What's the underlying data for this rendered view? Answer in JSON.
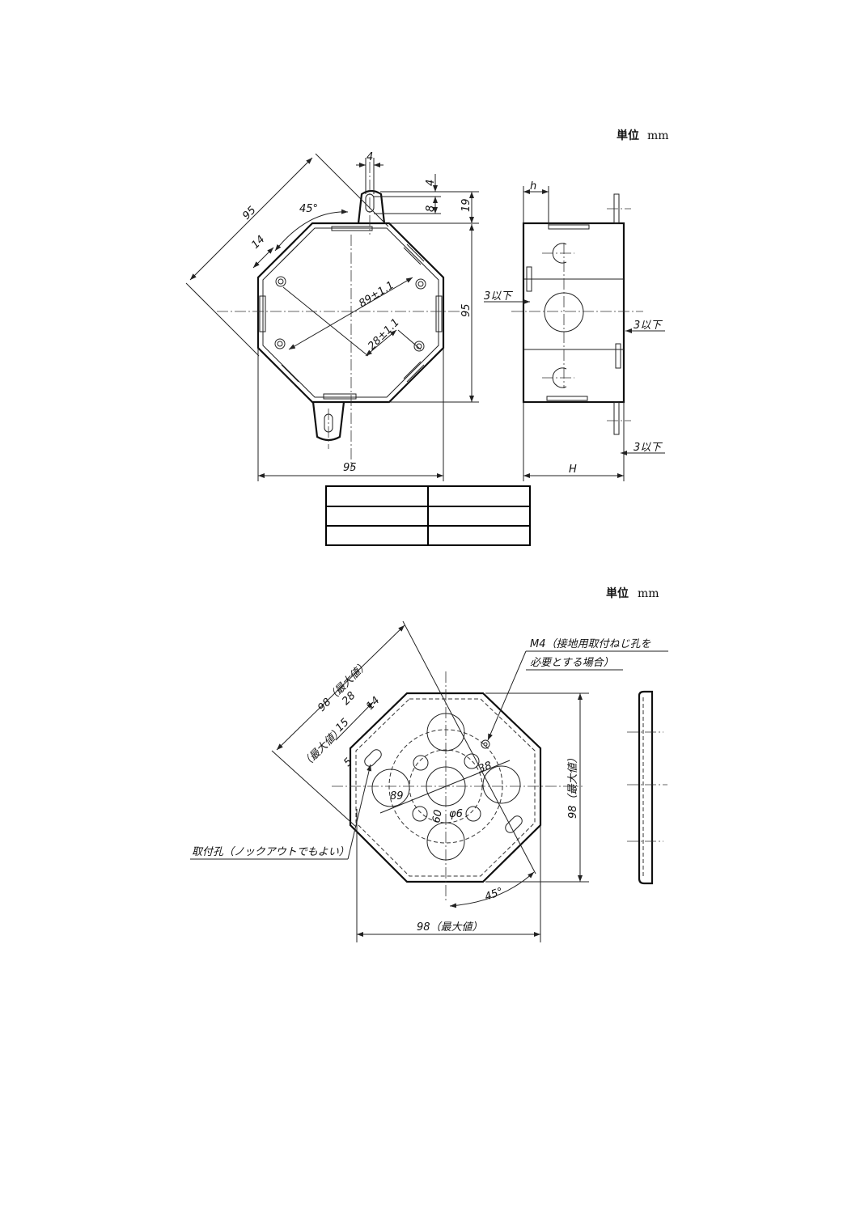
{
  "top_figure": {
    "unit_label": "単位",
    "unit_value": "mm",
    "dims": {
      "tab_width": "4",
      "tab_top": "4",
      "slot_length": "8",
      "tab_height": "19",
      "diag": "95",
      "angle": "45°",
      "inset": "14",
      "screw_pitch": "89±1.1",
      "screw_offset": "28±1.1",
      "height": "95",
      "width": "95"
    },
    "side_dims": {
      "h": "h",
      "H": "H",
      "max_3_left": "3以下",
      "max_3_right": "3以下",
      "max_3_bottom": "3以下"
    },
    "table": {
      "rows": 3,
      "cols": 2
    }
  },
  "bottom_figure": {
    "unit_label": "単位",
    "unit_value": "mm",
    "callout_m4_line1": "M4（接地用取付ねじ孔を",
    "callout_m4_line2": "必要とする場合）",
    "callout_mount": "取付孔（ノックアウトでもよい）",
    "dims": {
      "diag_max": "98（最大値）",
      "d28": "28",
      "d14": "14",
      "d15": "15",
      "d15_note": "（最大値）",
      "d5": "5",
      "d38": "38",
      "d89": "89",
      "d60": "60",
      "phi6": "φ6",
      "angle": "45°",
      "vert_max": "98（最大値）",
      "horiz_max": "98（最大値）"
    }
  }
}
